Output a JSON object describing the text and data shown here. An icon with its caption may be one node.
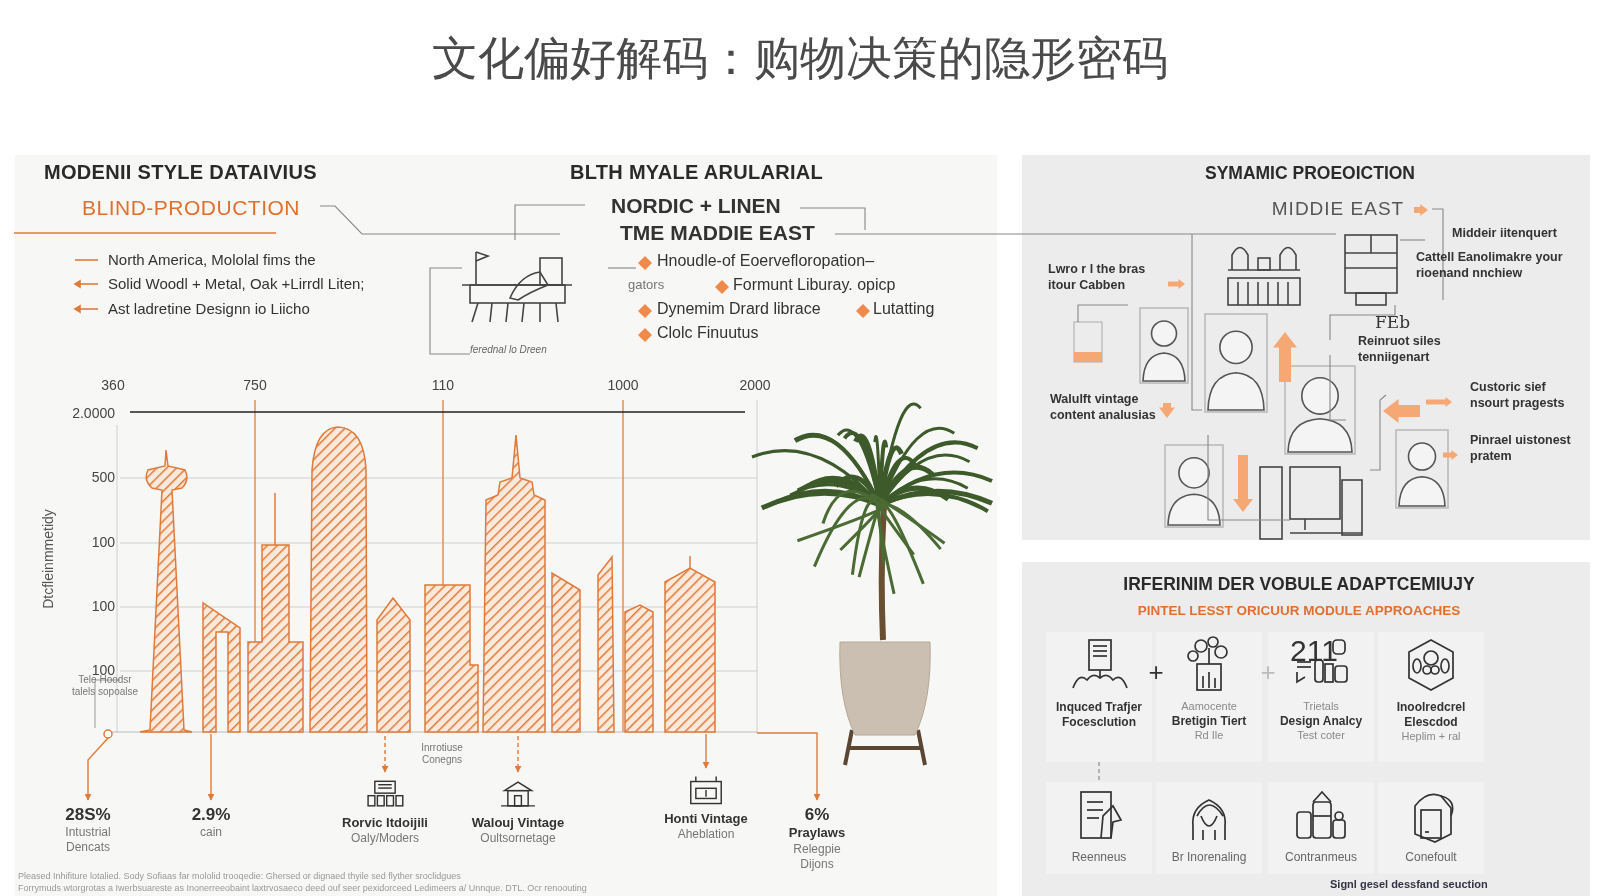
{
  "diagram": {
    "title": "文化偏好解码：购物决策的隐形密码",
    "nodes": [
      {
        "text": [
          "MODENII STYLE DATAIVIUS",
          "BLTH MYALE ARULARIAL"
        ]
      },
      {
        "text": [
          "SYMAMIC PROEOICTION"
        ]
      },
      {
        "text": [
          "IRFERINIM DER VOBULE ADAPTCEMIUJY",
          "PINTEL LESST ORICUUR MODULE APPROACHES"
        ]
      },
      {
        "text": [
          "28S%",
          "Intustrial Dencats"
        ],
        "in": 0
      },
      {
        "text": [
          "2.9%",
          "cain"
        ],
        "in": 0
      },
      {
        "text": [
          "Rorvic Itdoijili",
          "Oaly/Moders"
        ],
        "in": 0
      },
      {
        "text": [
          "Walouj Vintage",
          "Oultsornetage"
        ],
        "in": 0
      },
      {
        "text": [
          "Honti Vintage",
          "Aheblation"
        ],
        "in": 0
      },
      {
        "text": [
          "6%",
          "Praylaws",
          "Relegpie Dijons"
        ],
        "in": 0
      },
      {
        "text": [
          "Inquced Trafjer Focesclution"
        ],
        "in": 2
      },
      {
        "text": [
          "Aamocente",
          "Bretigin Tiert",
          "Rd Ile"
        ],
        "in": 2
      },
      {
        "text": [
          "Trietals",
          "Design Analcy",
          "Test coter"
        ],
        "in": 2
      },
      {
        "text": [
          "Inoolredcrel Elescdod",
          "Heplim + ral"
        ],
        "in": 2
      },
      {
        "text": [
          "Reenneus"
        ],
        "in": 2
      },
      {
        "text": [
          "Br Inorenaling"
        ],
        "in": 2
      },
      {
        "text": [
          "Contranmeus"
        ],
        "in": 2
      },
      {
        "text": [
          "Conefoult"
        ],
        "in": 2
      }
    ],
    "edges": [
      {
        "from": null,
        "to": 3,
        "arrow": "to"
      },
      {
        "from": null,
        "to": 4,
        "arrow": "to"
      },
      {
        "from": null,
        "to": 5,
        "arrow": "to",
        "style": "dashed"
      },
      {
        "from": null,
        "to": 6,
        "arrow": "to",
        "style": "dashed"
      },
      {
        "from": null,
        "to": 7,
        "arrow": "to"
      },
      {
        "from": null,
        "to": 8,
        "arrow": "to"
      },
      {
        "from": 9,
        "to": 13,
        "arrow": "none",
        "style": "dashed",
        "color": "#999999"
      }
    ],
    "labels": [
      "BLIND-PRODUCTION",
      "North America, Mololal fims the",
      "Solid Woodl + Metal, Oak +Lirrdl Liten;",
      "Ast ladretine Designn io Liicho",
      "NORDIC + LINEN",
      "TME MADDIE EAST",
      "Hnoudle-of Eoervefloropation–",
      "gators",
      "Formunt Liburay. opicp",
      "Dynemim Drard librace",
      "Lutatting",
      "Clolc Finuutus",
      "ferednal lo Dreen",
      "360",
      "750",
      "110",
      "1000",
      "2000",
      "2.0000",
      "500",
      "100",
      "100",
      "100",
      "Dtcfleinmmetidy",
      "Tele Hoodsr talels sopoalse",
      "Inrrotiuse Conegns",
      "Pleased Inhifiture lotalied. Sody Sofiaas far mololid trooqedie: Ghersed or dignaed thyile sed flyther sroclidgues",
      "Forrymuds wtorgrotas a Iwerbsuareste as Inonerreeobaint laxtrvosaeco deed ouf seer pexidorceed Ledimeers a/ Unnque. DTL. Ocr renoouting",
      "MIDDIE EAST",
      "Middeir iitenquert",
      "Cattell Eanolimakre your rioenand nnchiew",
      "Lwro r l the bras itour Cabben",
      "FEb",
      "Reinruot siles tenniigenart",
      "Walulft vintage content analusias",
      "Custoric sief nsourt pragests",
      "Pinrael uistonest pratem",
      "+",
      "+",
      "211",
      "Signl gesel dessfand seuction"
    ]
  }
}
